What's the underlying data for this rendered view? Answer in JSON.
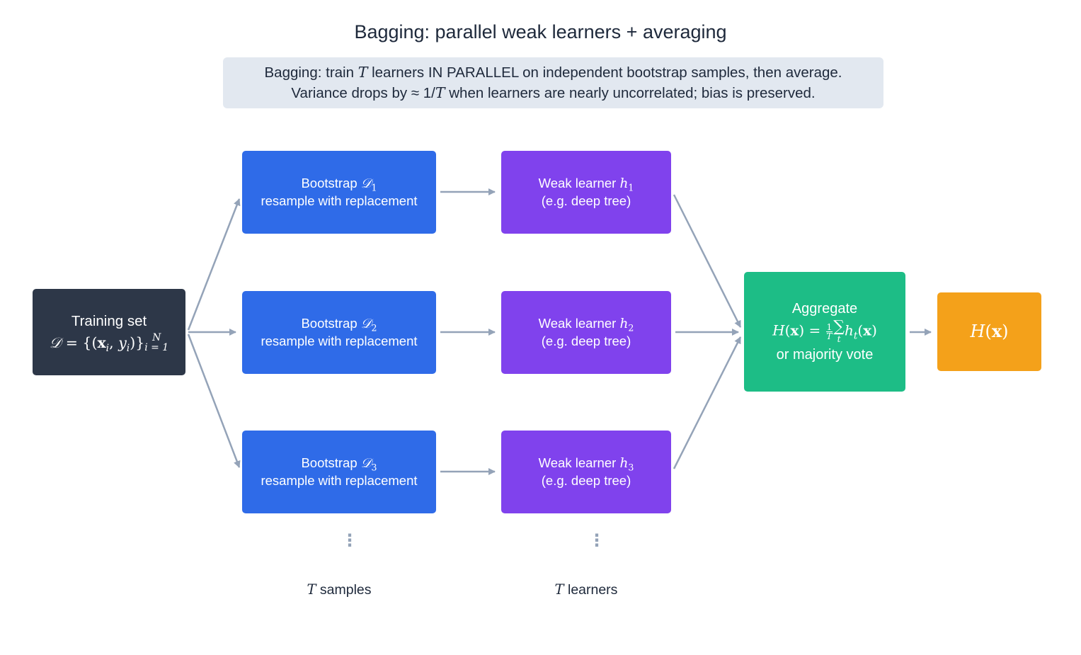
{
  "title": "Bagging: parallel weak learners + averaging",
  "note": {
    "line1_pre": "Bagging: train ",
    "line1_var": "T",
    "line1_post": " learners IN PARALLEL on independent bootstrap samples, then average.",
    "line2_pre": "Variance drops by ",
    "line2_approx": "≈ 1/",
    "line2_var": "T",
    "line2_post": " when learners are nearly uncorrelated; bias is preserved."
  },
  "training": {
    "label": "Training set",
    "formula_set": "𝒟",
    "formula_eq": " = {(",
    "formula_x": "x",
    "formula_i1": "i",
    "formula_comma": ", ",
    "formula_y": "y",
    "formula_i2": "i",
    "formula_close": ")}",
    "formula_sup": "N",
    "formula_sub": "i = 1"
  },
  "bootstraps": [
    {
      "label": "Bootstrap ",
      "symbol": "𝒟",
      "index": "1",
      "sublabel": "resample with replacement"
    },
    {
      "label": "Bootstrap ",
      "symbol": "𝒟",
      "index": "2",
      "sublabel": "resample with replacement"
    },
    {
      "label": "Bootstrap ",
      "symbol": "𝒟",
      "index": "3",
      "sublabel": "resample with replacement"
    }
  ],
  "learners": [
    {
      "label": "Weak learner ",
      "symbol": "h",
      "index": "1",
      "sublabel": "(e.g. deep tree)"
    },
    {
      "label": "Weak learner ",
      "symbol": "h",
      "index": "2",
      "sublabel": "(e.g. deep tree)"
    },
    {
      "label": "Weak learner ",
      "symbol": "h",
      "index": "3",
      "sublabel": "(e.g. deep tree)"
    }
  ],
  "aggregate": {
    "label": "Aggregate",
    "f_H": "H",
    "f_open": "(",
    "f_x": "x",
    "f_close_eq": ") = ",
    "f_num": "1",
    "f_den": "T",
    "f_sum": "∑",
    "f_sum_idx": "t",
    "f_h": "h",
    "f_t": "t",
    "f_open2": "(",
    "f_x2": "x",
    "f_close2": ")",
    "sublabel": "or majority vote"
  },
  "output": {
    "H": "H",
    "open": "(",
    "x": "x",
    "close": ")"
  },
  "captions": {
    "samples_var": "T",
    "samples_text": " samples",
    "learners_var": "T",
    "learners_text": " learners",
    "dots": "⋮"
  },
  "colors": {
    "training": "#2d3748",
    "bootstrap": "#2f6be8",
    "learner": "#8042ed",
    "aggregate": "#1dbd86",
    "output": "#f4a11a",
    "arrow": "#94a3b8",
    "note_bg": "#e2e8f0"
  }
}
